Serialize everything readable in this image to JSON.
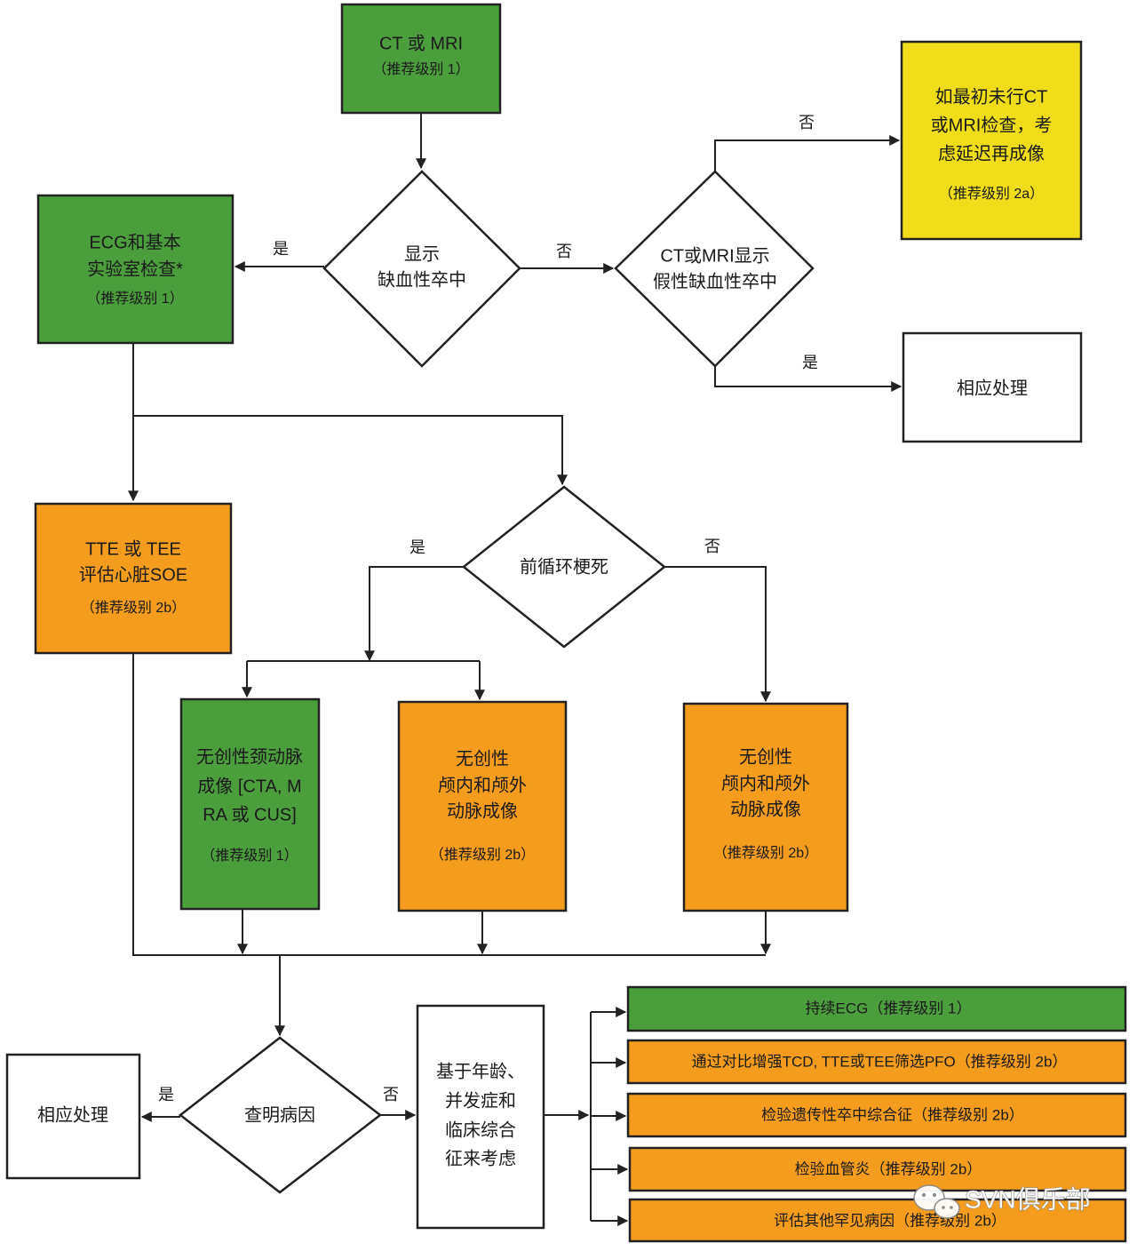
{
  "colors": {
    "green": "#4a9e3c",
    "orange": "#f59c1e",
    "yellow": "#f0dc18",
    "white": "#ffffff"
  },
  "nodes": {
    "ct_mri": {
      "lines": [
        "CT 或 MRI",
        "（推荐级别 1）"
      ]
    },
    "ischemic_decision": {
      "lines": [
        "显示",
        "缺血性卒中"
      ]
    },
    "ecg": {
      "lines": [
        "ECG和基本",
        "实验室检查*",
        "（推荐级别 1）"
      ]
    },
    "mimic_decision": {
      "lines": [
        "CT或MRI显示",
        "假性缺血性卒中"
      ]
    },
    "delayed_imaging": {
      "lines": [
        "如最初未行CT",
        "或MRI检查，考",
        "虑延迟再成像",
        "（推荐级别 2a）"
      ]
    },
    "treat_top": {
      "lines": [
        "相应处理"
      ]
    },
    "tte_tee": {
      "lines": [
        "TTE 或 TEE",
        "评估心脏SOE",
        "（推荐级别 2b）"
      ]
    },
    "anterior_decision": {
      "lines": [
        "前循环梗死"
      ]
    },
    "carotid_imaging": {
      "lines": [
        "无创性颈动脉",
        "成像 [CTA, M",
        "RA 或 CUS]",
        "（推荐级别 1）"
      ]
    },
    "arterial_imaging_left": {
      "lines": [
        "无创性",
        "颅内和颅外",
        "动脉成像",
        "（推荐级别 2b）"
      ]
    },
    "arterial_imaging_right": {
      "lines": [
        "无创性",
        "颅内和颅外",
        "动脉成像",
        "（推荐级别 2b）"
      ]
    },
    "cause_decision": {
      "lines": [
        "查明病因"
      ]
    },
    "treat_bottom": {
      "lines": [
        "相应处理"
      ]
    },
    "consider": {
      "lines": [
        "基于年龄、",
        "并发症和",
        "临床综合",
        "征来考虑"
      ]
    }
  },
  "workup": [
    {
      "label": "持续ECG（推荐级别 1）",
      "color": "#4a9e3c"
    },
    {
      "label": "通过对比增强TCD, TTE或TEE筛选PFO（推荐级别 2b）",
      "color": "#f59c1e"
    },
    {
      "label": "检验遗传性卒中综合征（推荐级别 2b）",
      "color": "#f59c1e"
    },
    {
      "label": "检验血管炎（推荐级别 2b）",
      "color": "#f59c1e"
    },
    {
      "label": "评估其他罕见病因（推荐级别 2b）",
      "color": "#f59c1e"
    }
  ],
  "edges": {
    "ischemic_yes": "是",
    "ischemic_no": "否",
    "mimic_no": "否",
    "mimic_yes": "是",
    "anterior_yes": "是",
    "anterior_no": "否",
    "cause_yes": "是",
    "cause_no": "否"
  },
  "watermark": {
    "text": "SVN俱乐部",
    "icon": "wechat-icon"
  }
}
